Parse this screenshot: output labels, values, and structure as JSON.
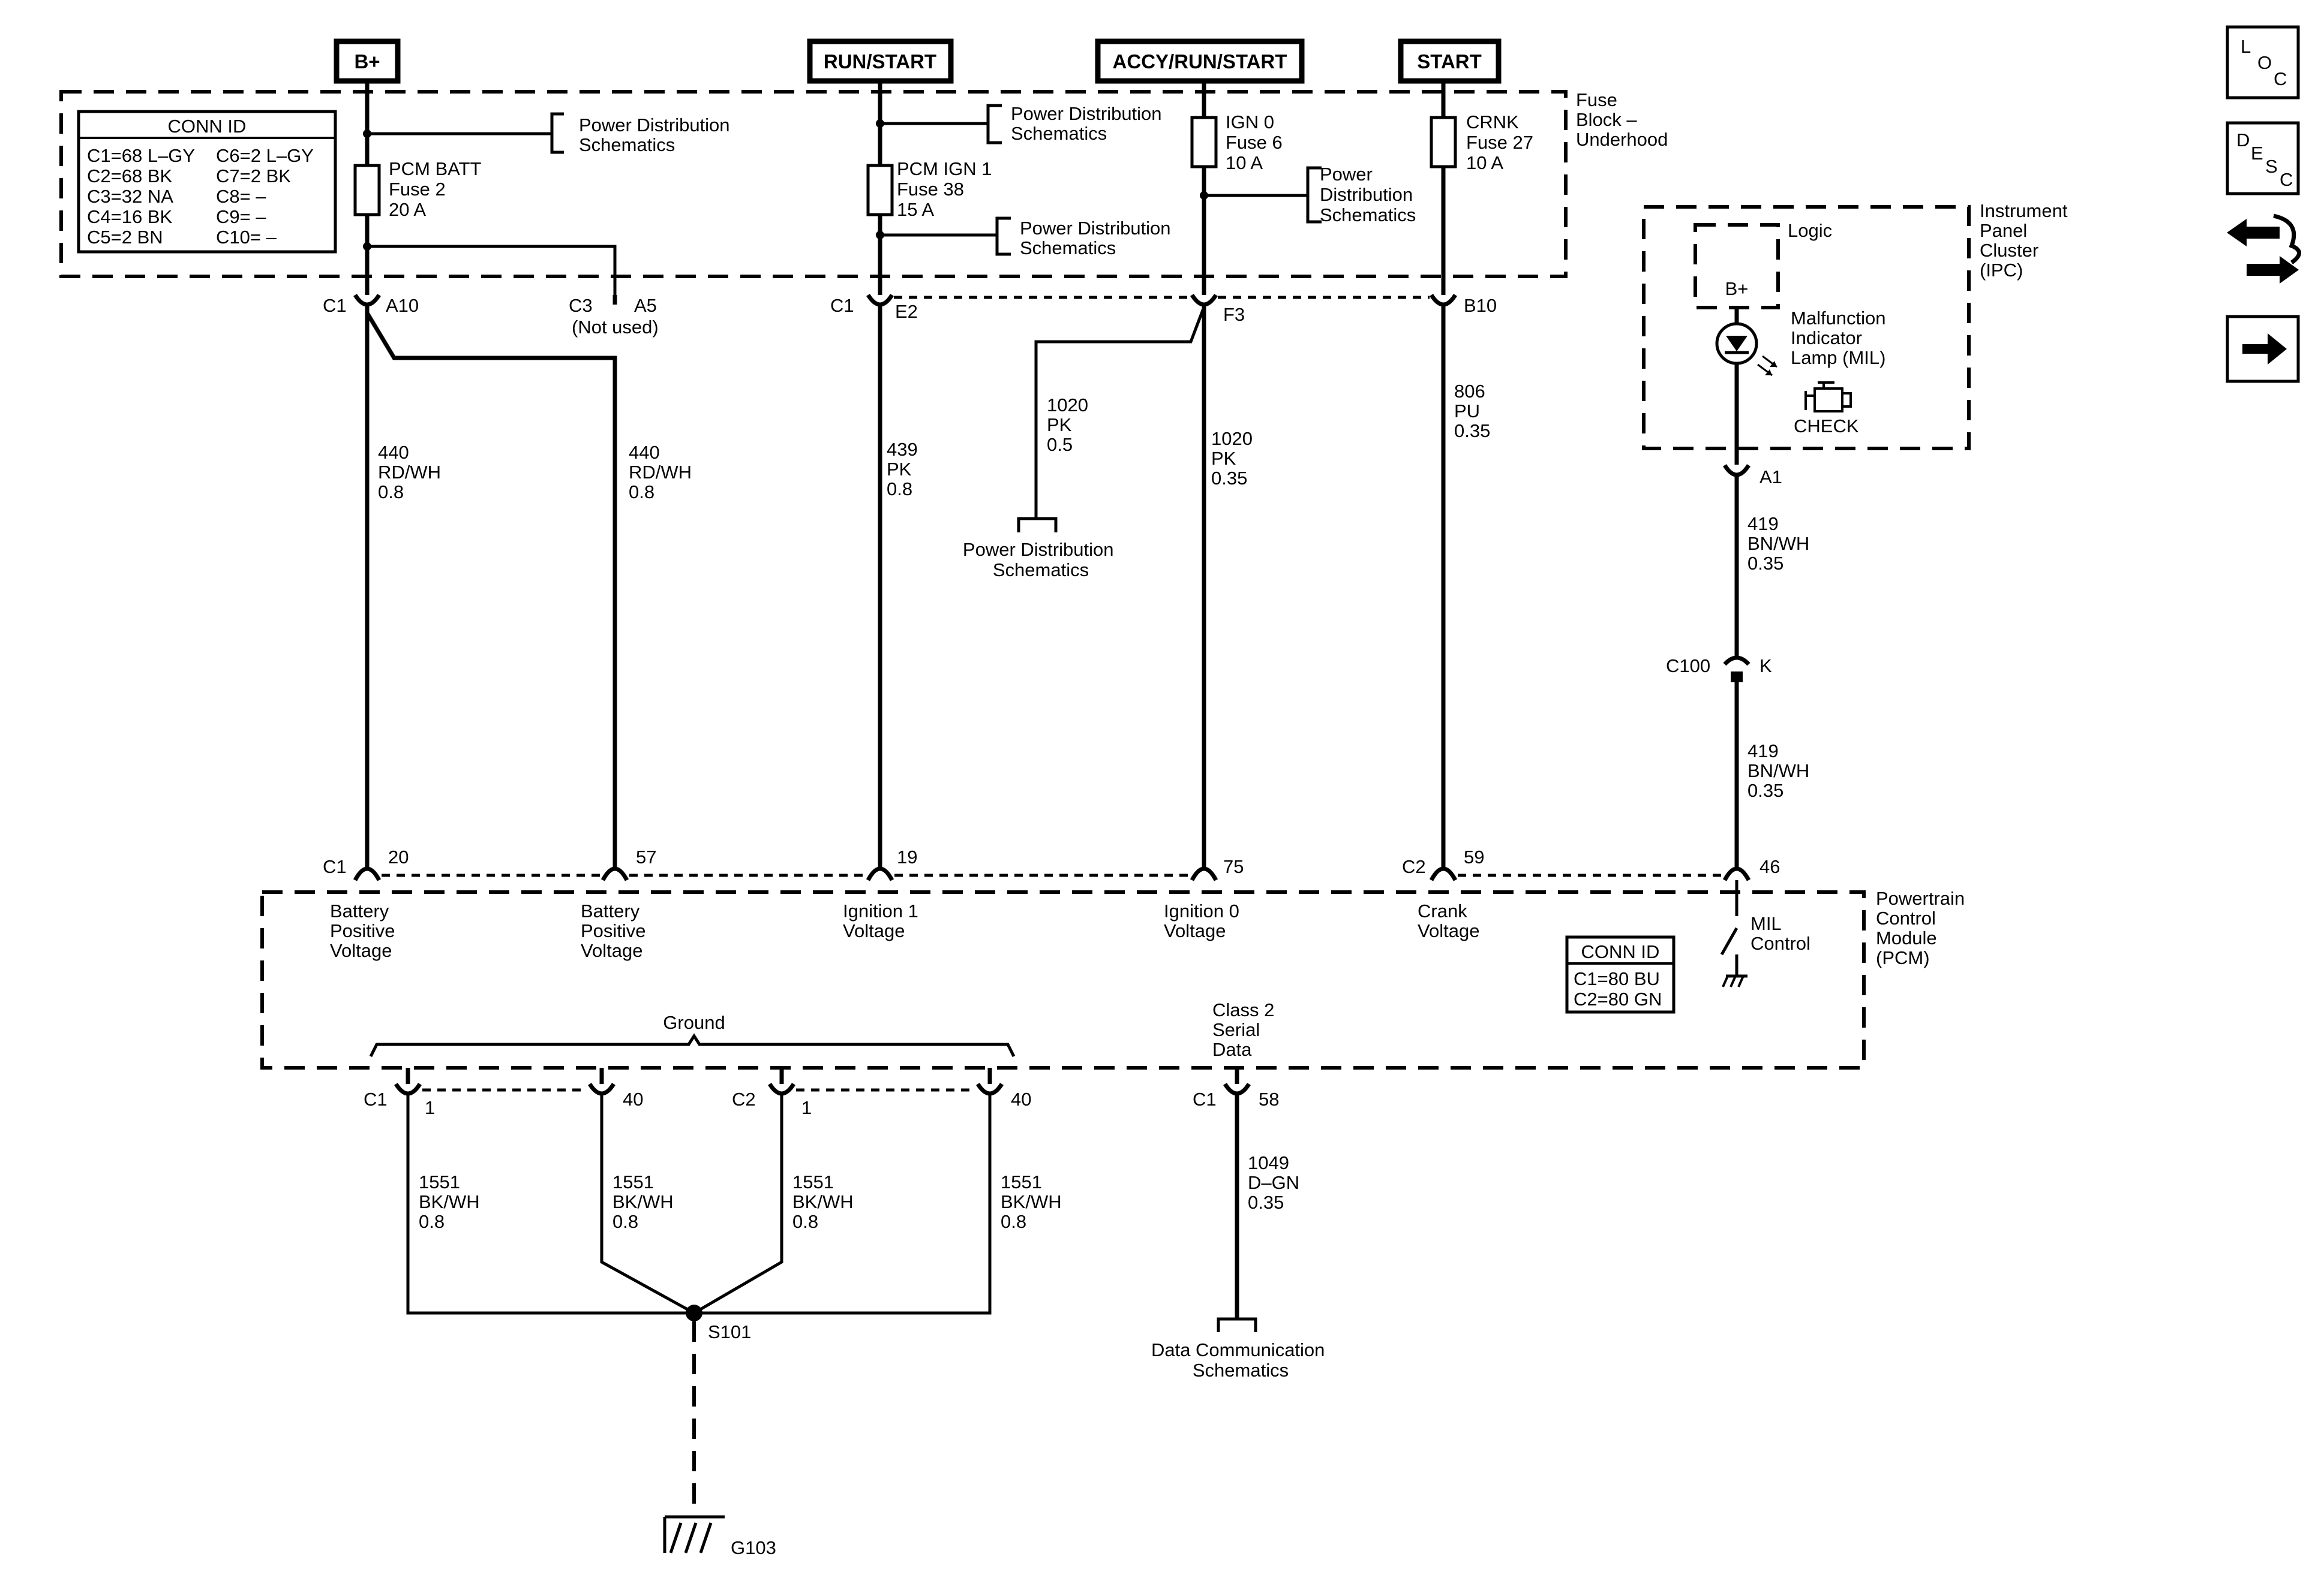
{
  "power_sources": {
    "bplus": "B+",
    "run_start": "RUN/START",
    "accy_run_start": "ACCY/RUN/START",
    "start": "START"
  },
  "fuse_block": {
    "name": [
      "Fuse",
      "Block –",
      "Underhood"
    ],
    "conn_id": {
      "title": "CONN ID",
      "left": [
        "C1=68 L–GY",
        "C2=68 BK",
        "C3=32 NA",
        "C4=16 BK",
        "C5=2 BN"
      ],
      "right": [
        "C6=2 L–GY",
        "C7=2 BK",
        "C8= –",
        "C9= –",
        "C10= –"
      ]
    },
    "ref_pd_1": [
      "Power Distribution",
      "Schematics"
    ],
    "ref_pd_2": [
      "Power Distribution",
      "Schematics"
    ],
    "ref_pd_3": [
      "Power Distribution",
      "Schematics"
    ],
    "ref_pd_4": [
      "Power",
      "Distribution",
      "Schematics"
    ],
    "fuse_pcm_batt": [
      "PCM BATT",
      "Fuse 2",
      "20 A"
    ],
    "fuse_pcm_ign1": [
      "PCM IGN 1",
      "Fuse 38",
      "15 A"
    ],
    "fuse_ign0": [
      "IGN 0",
      "Fuse 6",
      "10 A"
    ],
    "fuse_crnk": [
      "CRNK",
      "Fuse 27",
      "10 A"
    ]
  },
  "fuse_connectors": {
    "c1": "C1",
    "a10": "A10",
    "c3": "C3",
    "a5": "A5",
    "not_used": "(Not used)",
    "c1b": "C1",
    "e2": "E2",
    "f3": "F3",
    "b10": "B10"
  },
  "wires": {
    "w440a": [
      "440",
      "RD/WH",
      "0.8"
    ],
    "w440b": [
      "440",
      "RD/WH",
      "0.8"
    ],
    "w439": [
      "439",
      "PK",
      "0.8"
    ],
    "w1020a": [
      "1020",
      "PK",
      "0.5"
    ],
    "w1020b": [
      "1020",
      "PK",
      "0.35"
    ],
    "w806": [
      "806",
      "PU",
      "0.35"
    ],
    "w419a": [
      "419",
      "BN/WH",
      "0.35"
    ],
    "w419b": [
      "419",
      "BN/WH",
      "0.35"
    ],
    "w1551a": [
      "1551",
      "BK/WH",
      "0.8"
    ],
    "w1551b": [
      "1551",
      "BK/WH",
      "0.8"
    ],
    "w1551c": [
      "1551",
      "BK/WH",
      "0.8"
    ],
    "w1551d": [
      "1551",
      "BK/WH",
      "0.8"
    ],
    "w1049": [
      "1049",
      "D–GN",
      "0.35"
    ]
  },
  "pd_ref_mid": [
    "Power Distribution",
    "Schematics"
  ],
  "ipc": {
    "name": [
      "Instrument",
      "Panel",
      "Cluster",
      "(IPC)"
    ],
    "logic": "Logic",
    "bplus": "B+",
    "mil": [
      "Malfunction",
      "Indicator",
      "Lamp (MIL)"
    ],
    "check": "CHECK",
    "a1": "A1"
  },
  "c100": {
    "name": "C100",
    "pin": "K"
  },
  "pcm": {
    "name": [
      "Powertrain",
      "Control",
      "Module",
      "(PCM)"
    ],
    "c1": "C1",
    "c2": "C2",
    "pins": {
      "p20": "20",
      "p57": "57",
      "p19": "19",
      "p75": "75",
      "p59": "59",
      "p46": "46"
    },
    "labels": {
      "bpv1": [
        "Battery",
        "Positive",
        "Voltage"
      ],
      "bpv2": [
        "Battery",
        "Positive",
        "Voltage"
      ],
      "ign1": [
        "Ignition 1",
        "Voltage"
      ],
      "ign0": [
        "Ignition 0",
        "Voltage"
      ],
      "crank": [
        "Crank",
        "Voltage"
      ],
      "mil": [
        "MIL",
        "Control"
      ]
    },
    "conn_id": {
      "title": "CONN ID",
      "lines": [
        "C1=80 BU",
        "C2=80 GN"
      ]
    },
    "ground": "Ground",
    "class2": [
      "Class 2",
      "Serial",
      "Data"
    ],
    "gnd_pins": {
      "c1": "C1",
      "p1a": "1",
      "p40a": "40",
      "c2": "C2",
      "p1b": "1",
      "p40b": "40"
    },
    "data_c1": "C1",
    "data_pin": "58"
  },
  "splice": "S101",
  "ground_point": "G103",
  "data_comm_ref": [
    "Data Communication",
    "Schematics"
  ],
  "nav": {
    "loc": [
      "L",
      "O",
      "C"
    ],
    "desc": [
      "D",
      "E",
      "S",
      "C"
    ]
  }
}
